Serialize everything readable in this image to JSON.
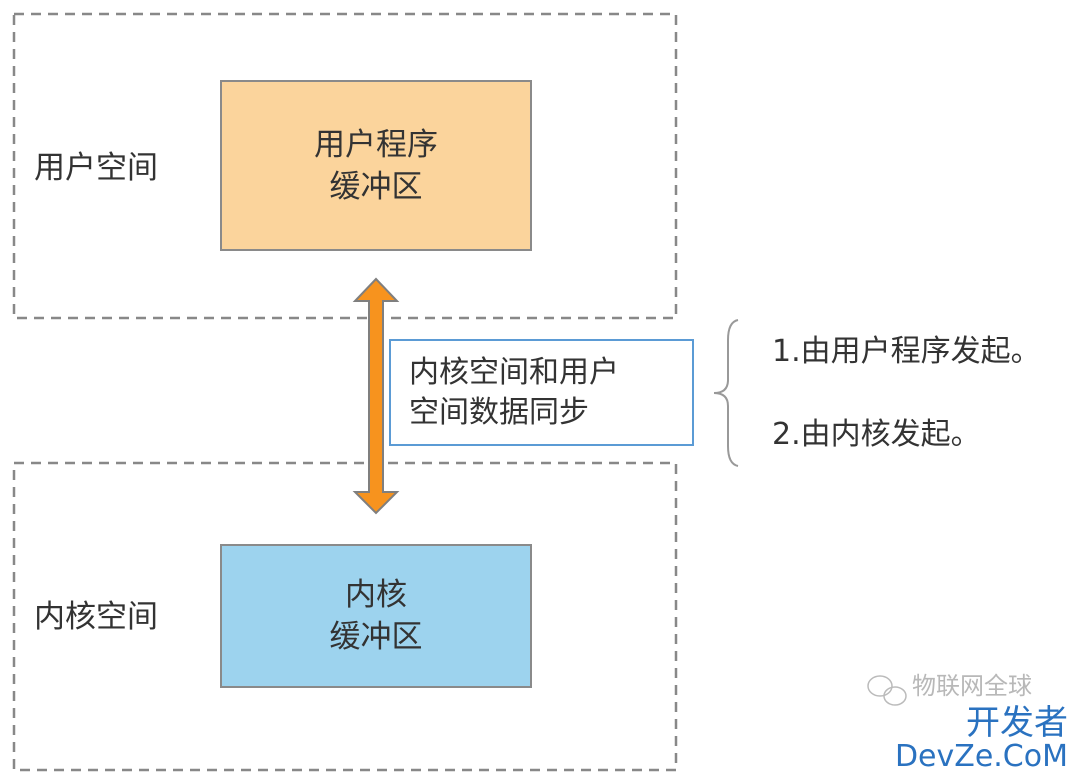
{
  "user_space": {
    "label": "用户空间",
    "buffer": [
      "用户程序",
      "缓冲区"
    ]
  },
  "kernel_space": {
    "label": "内核空间",
    "buffer": [
      "内核",
      "缓冲区"
    ]
  },
  "sync_box": {
    "lines": [
      "内核空间和用户",
      "空间数据同步"
    ]
  },
  "notes": [
    "1.由用户程序发起。",
    "2.由内核发起。"
  ],
  "watermark": {
    "faded": "物联网全球",
    "top": "开发者",
    "bottom": "DevZe.CoM"
  },
  "colors": {
    "user_buffer": "#fbd49c",
    "kernel_buffer": "#9dd3ee",
    "arrow": "#f7931e",
    "sync_border": "#5b9bd5",
    "dash": "#888888"
  }
}
